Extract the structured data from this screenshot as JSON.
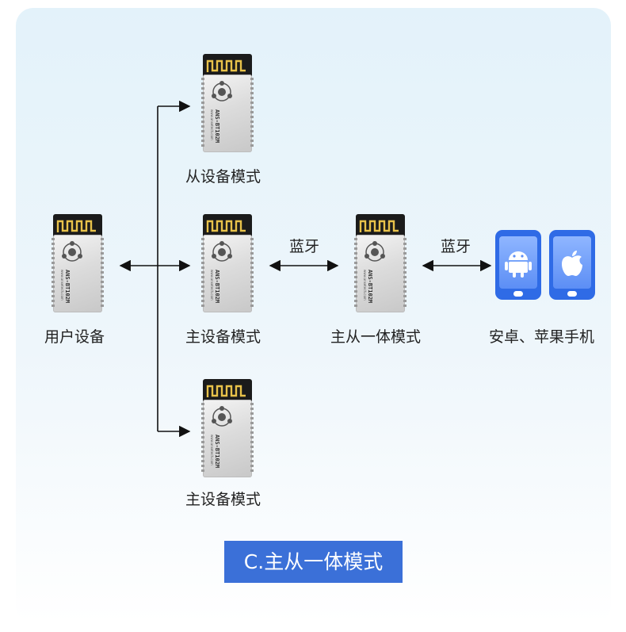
{
  "modules": {
    "model": "ANS-BT102M",
    "site": "www.ansetech.com"
  },
  "labels": {
    "user_device": "用户设备",
    "slave_mode": "从设备模式",
    "master_mode": "主设备模式",
    "master_mode_bottom": "主设备模式",
    "master_slave_mode": "主从一体模式",
    "phones": "安卓、苹果手机",
    "bt_left": "蓝牙",
    "bt_right": "蓝牙"
  },
  "badge": "C.主从一体模式",
  "colors": {
    "badge": "#3b70d8",
    "phone": "#2f6be6",
    "panel": "#e3f2fa"
  },
  "icons": [
    "android-icon",
    "apple-icon",
    "bluetooth-module-chip"
  ]
}
